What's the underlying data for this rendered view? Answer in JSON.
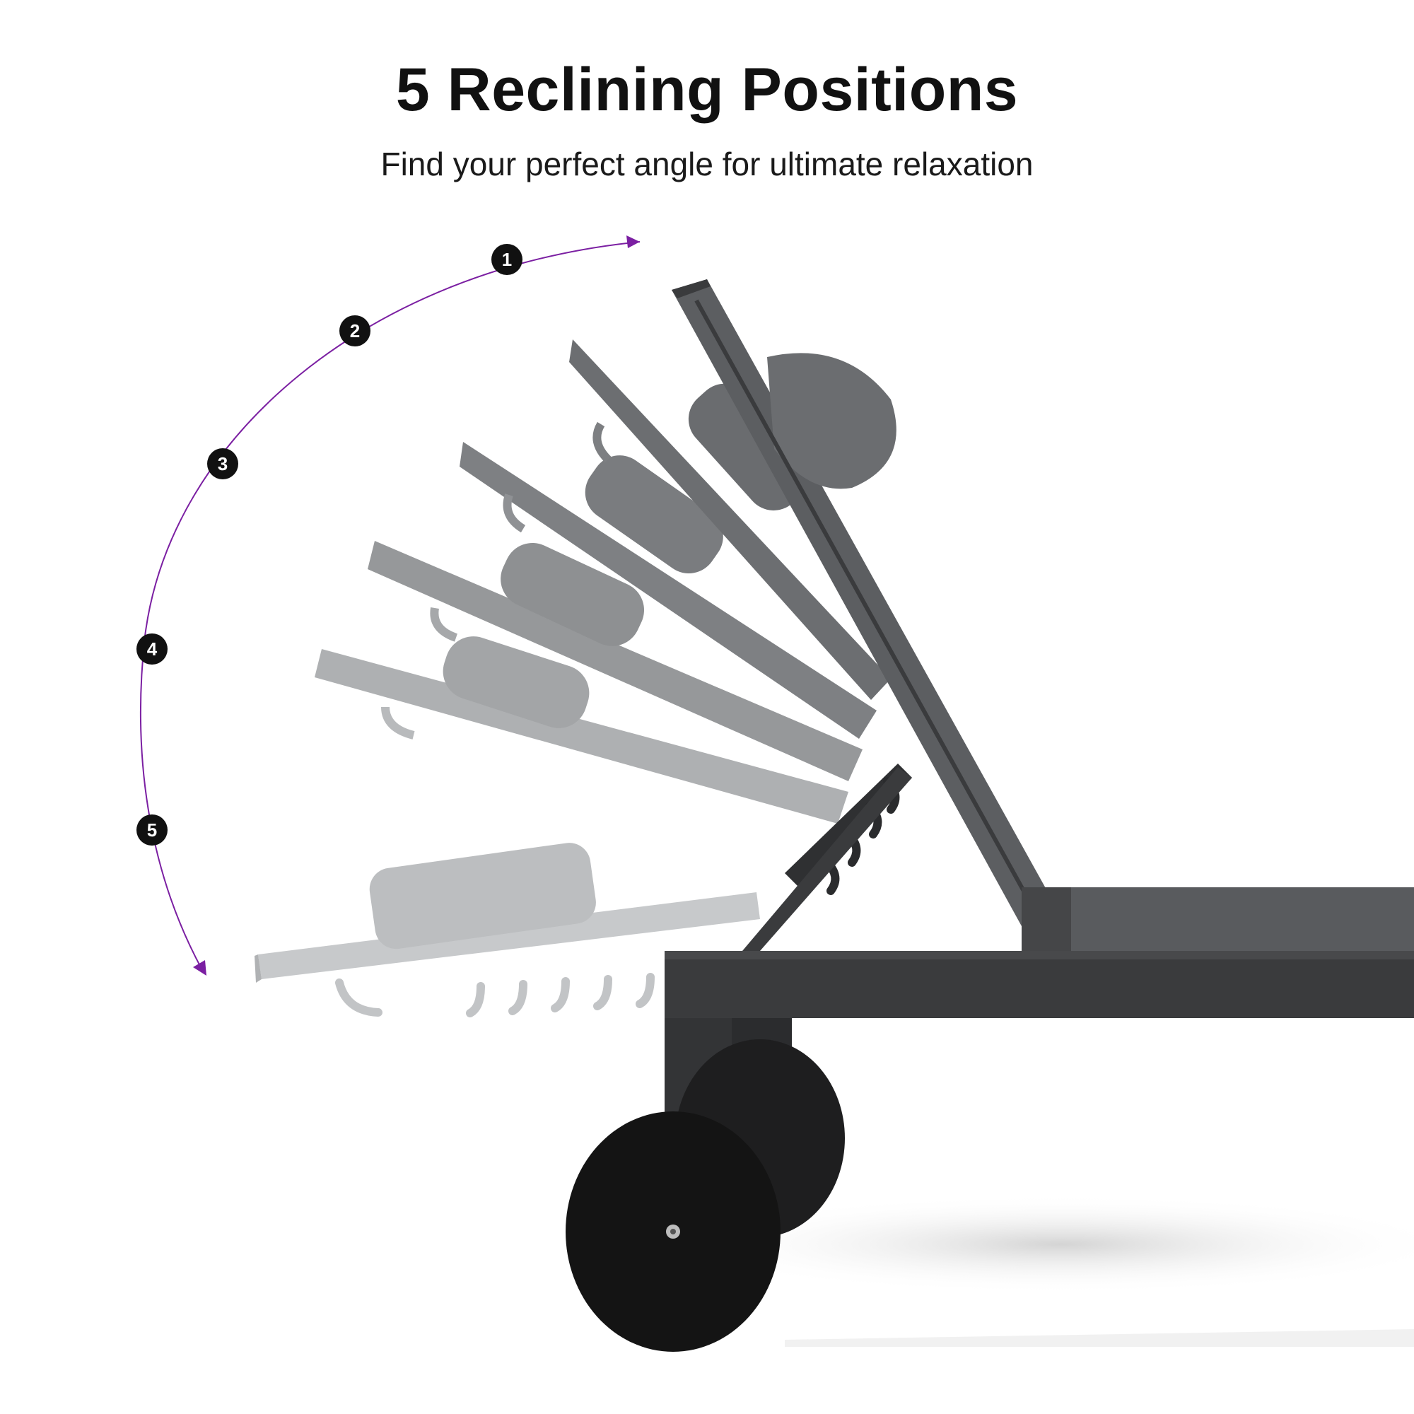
{
  "header": {
    "title": "5 Reclining Positions",
    "subtitle": "Find your perfect angle for ultimate relaxation"
  },
  "positions": [
    {
      "label": "1"
    },
    {
      "label": "2"
    },
    {
      "label": "3"
    },
    {
      "label": "4"
    },
    {
      "label": "5"
    }
  ],
  "colors": {
    "arc": "#7b1fa2",
    "marker": "#111111",
    "frame": "#3a3b3d",
    "fabric": "#5c5e61",
    "wheel": "#141414"
  }
}
